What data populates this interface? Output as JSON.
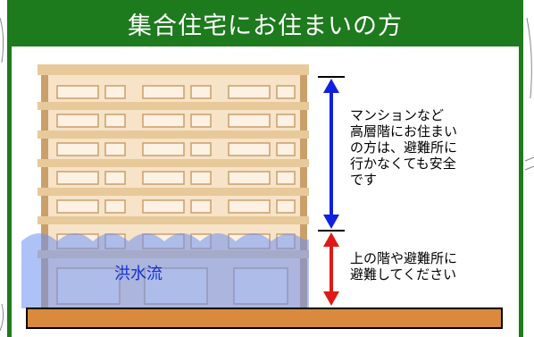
{
  "header": {
    "title": "集合住宅にお住まいの方"
  },
  "notes": {
    "upper": "マンションなど\n高層階にお住まい\nの方は、避難所に\n行かなくても安全\nです",
    "lower": "上の階や避難所に\n避難してください"
  },
  "flood": {
    "label": "洪水流"
  },
  "colors": {
    "frame_green": "#1d7a1d",
    "building_beige": "#e8c99a",
    "window_fill": "#fdf1e3",
    "water_blue": "#6d8ff0",
    "ground": "#d98a3c",
    "safe_arrow": "#1020e0",
    "danger_arrow": "#e01818"
  }
}
